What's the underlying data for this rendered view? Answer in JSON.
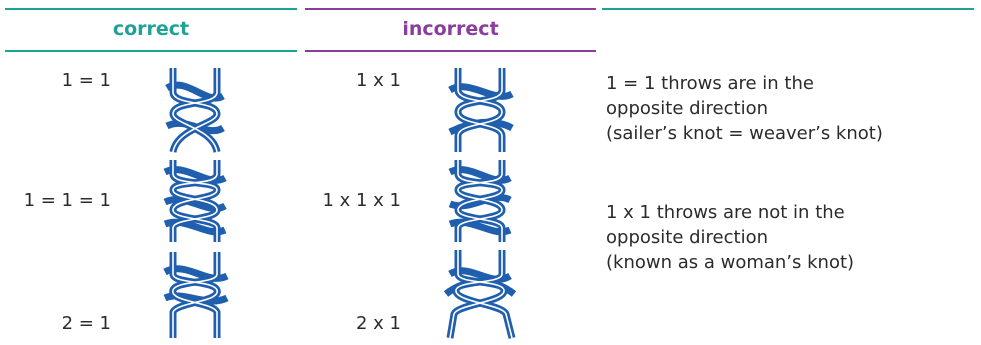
{
  "headers": {
    "correct": "correct",
    "incorrect": "incorrect"
  },
  "correct_labels": [
    "1 = 1",
    "1 = 1 = 1",
    "2 = 1"
  ],
  "incorrect_labels": [
    "1 x 1",
    "1 x 1 x 1",
    "2 x 1"
  ],
  "notes": {
    "first": [
      "1 = 1 throws are in the",
      "opposite direction",
      "(sailer’s knot = weaver’s knot)"
    ],
    "second": [
      "1 x 1 throws are not in the",
      "opposite direction",
      "(known as a woman’s knot)"
    ]
  },
  "colors": {
    "correct_accent": "#1fa296",
    "incorrect_accent": "#8a3d9c",
    "knot_blue": "#1f5fae"
  },
  "icons": [
    "knot-square-icon",
    "knot-triple-icon",
    "knot-double-icon",
    "knot-granny-icon"
  ]
}
